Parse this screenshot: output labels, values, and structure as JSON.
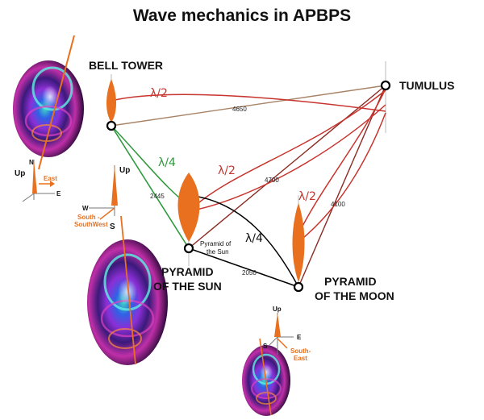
{
  "title": "Wave mechanics in APBPS",
  "sites": {
    "bell_tower": "BELL TOWER",
    "tumulus": "TUMULUS",
    "pyramid_sun_line1": "PYRAMID",
    "pyramid_sun_line2": "OF THE SUN",
    "pyramid_moon_line1": "PYRAMID",
    "pyramid_moon_line2": "OF THE MOON",
    "pyramid_sun_small_line1": "Pyramid of",
    "pyramid_sun_small_line2": "the Sun"
  },
  "distances": {
    "bell_tumulus": "4650",
    "bell_sun": "2445",
    "sun_moon": "2050",
    "tumulus_sun": "4700",
    "tumulus_moon": "4100"
  },
  "wave_labels": {
    "bell_tumulus": "λ/2",
    "bell_sun": "λ/4",
    "sun_moon": "λ/4",
    "sun_tumulus": "λ/2",
    "moon_tumulus": "λ/2"
  },
  "compasses": {
    "bell": {
      "up": "Up",
      "north": "N",
      "east": "E",
      "dir": "East"
    },
    "sun": {
      "up": "Up",
      "south": "S",
      "west": "W",
      "dir_line1": "South -",
      "dir_line2": "SouthWest"
    },
    "moon": {
      "up": "Up",
      "south": "S",
      "east": "E",
      "dir_line1": "South-",
      "dir_line2": "East"
    }
  },
  "colors": {
    "red_line": "#b0302c",
    "green_line": "#2e9a3c",
    "brown_line": "#a88466",
    "black_line": "#000000",
    "accent_orange": "#e8701e",
    "lambda_red": "#c8342e",
    "lambda_green": "#2e9a3c"
  }
}
